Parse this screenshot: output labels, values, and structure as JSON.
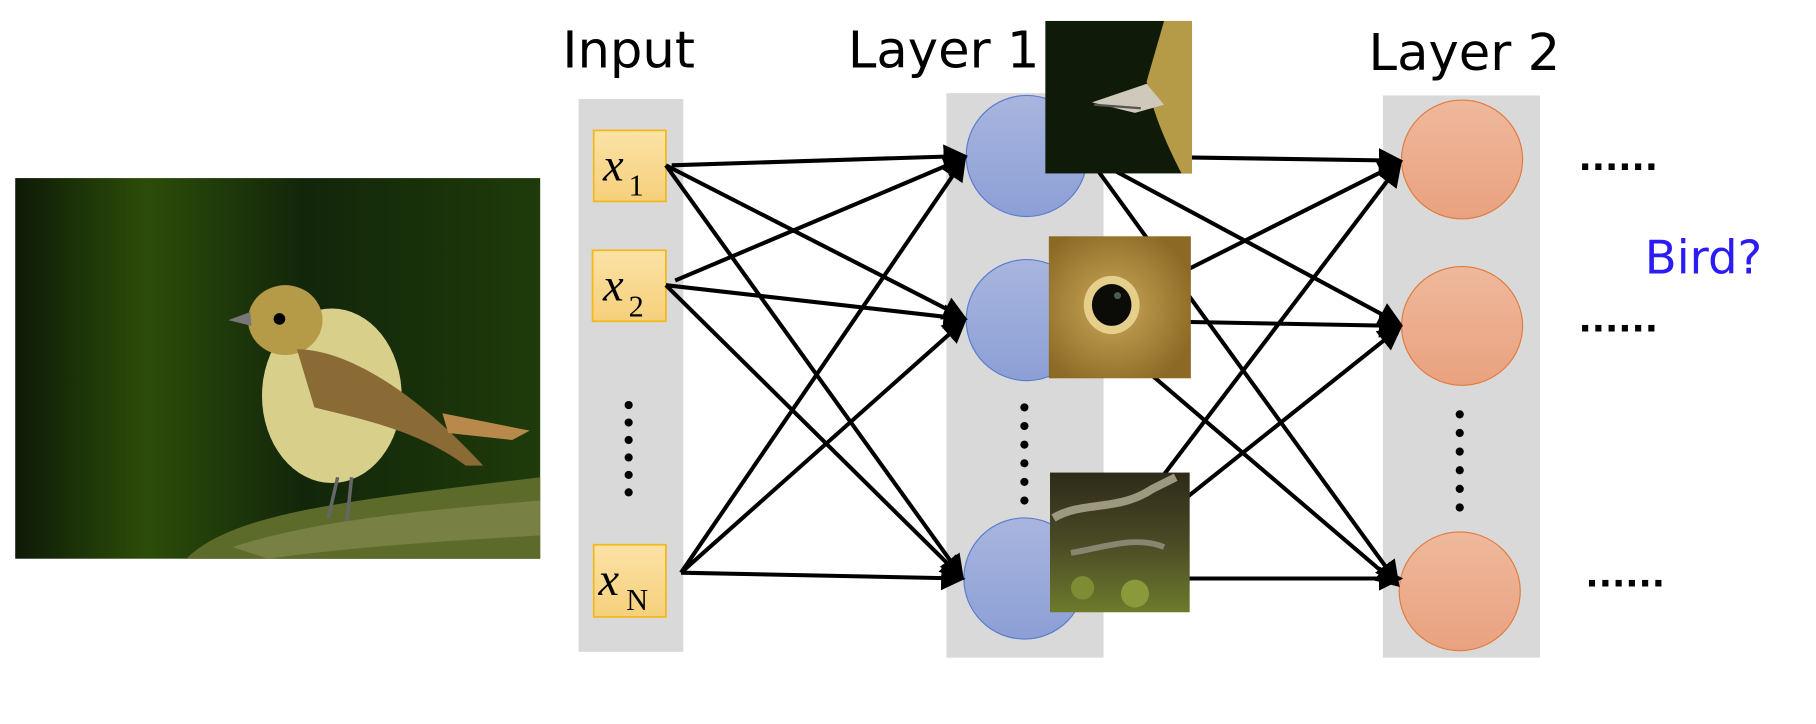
{
  "titles": {
    "input": "Input",
    "layer1": "Layer 1",
    "layer2": "Layer 2"
  },
  "inputs": [
    {
      "var": "x",
      "sub": "1"
    },
    {
      "var": "x",
      "sub": "2"
    },
    {
      "var": "x",
      "sub": "N"
    }
  ],
  "ellipsis_row": "......",
  "output_question": "Bird?",
  "colors": {
    "panel": "#d9d9d9",
    "input_box": "#f8d98e",
    "input_border": "#f2b81c",
    "layer1_node": "#98a9d9",
    "layer2_node": "#eba88a",
    "question": "#2b1cf5"
  },
  "images": [
    "bird-photo",
    "beak-patch",
    "eye-patch",
    "feet-patch"
  ]
}
